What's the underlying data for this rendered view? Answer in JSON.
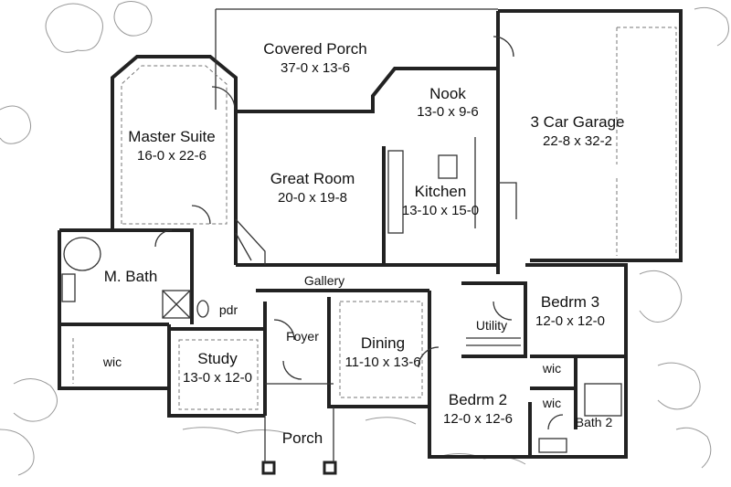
{
  "rooms": {
    "covered_porch": {
      "name": "Covered Porch",
      "dim": "37-0 x 13-6"
    },
    "nook": {
      "name": "Nook",
      "dim": "13-0 x 9-6"
    },
    "garage": {
      "name": "3 Car Garage",
      "dim": "22-8 x 32-2"
    },
    "master_suite": {
      "name": "Master Suite",
      "dim": "16-0 x 22-6"
    },
    "great_room": {
      "name": "Great Room",
      "dim": "20-0 x 19-8"
    },
    "kitchen": {
      "name": "Kitchen",
      "dim": "13-10 x 15-0"
    },
    "m_bath": {
      "name": "M. Bath"
    },
    "gallery": {
      "name": "Gallery"
    },
    "pdr": {
      "name": "pdr"
    },
    "bedrm3": {
      "name": "Bedrm 3",
      "dim": "12-0 x 12-0"
    },
    "utility": {
      "name": "Utility"
    },
    "foyer": {
      "name": "Foyer"
    },
    "wic_master": {
      "name": "wic"
    },
    "study": {
      "name": "Study",
      "dim": "13-0 x 12-0"
    },
    "dining": {
      "name": "Dining",
      "dim": "11-10 x 13-6"
    },
    "wic_b3": {
      "name": "wic"
    },
    "bedrm2": {
      "name": "Bedrm 2",
      "dim": "12-0 x 12-6"
    },
    "wic_b2": {
      "name": "wic"
    },
    "bath2": {
      "name": "Bath 2"
    },
    "porch": {
      "name": "Porch"
    }
  }
}
